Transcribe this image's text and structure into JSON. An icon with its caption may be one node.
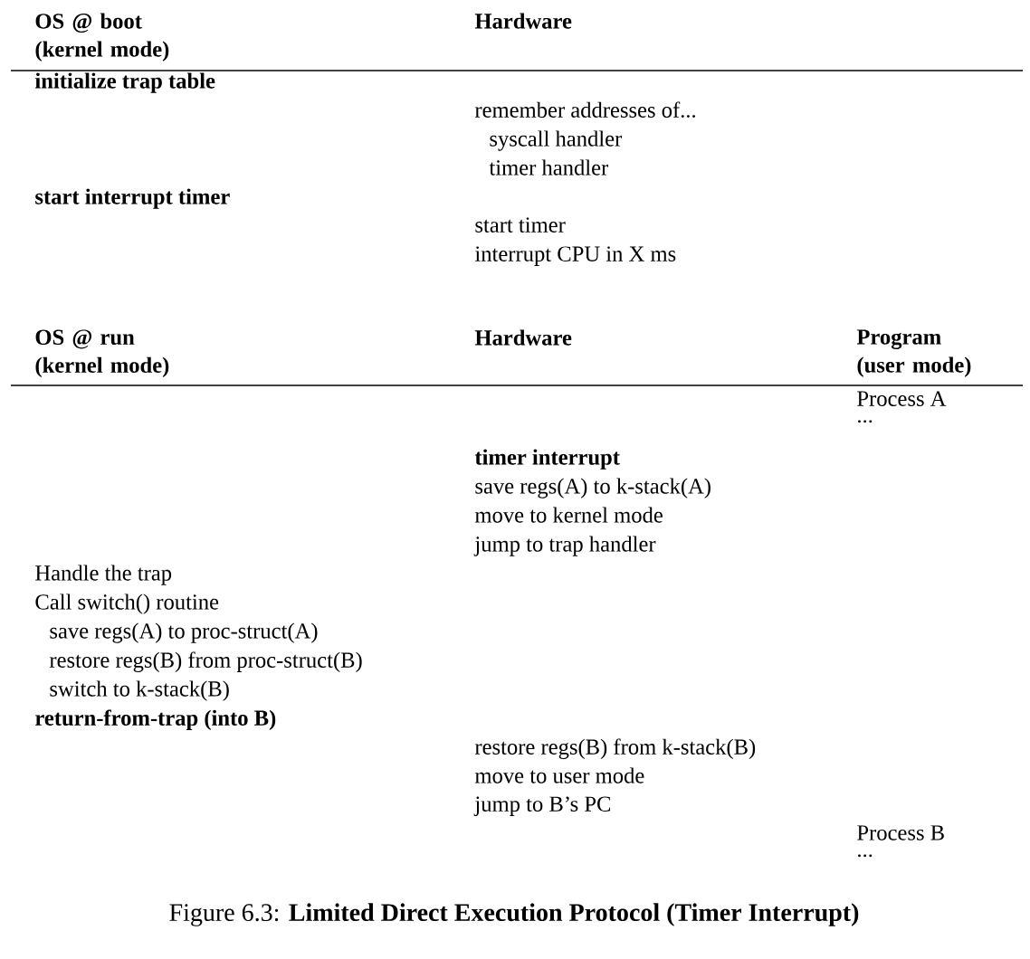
{
  "diagram": {
    "caption": "Figure 6.3: **Limited Direct Execution Protocol (Timer Interrupt)**",
    "labels": [
      "OS @ boot (kernel mode)",
      "Hardware",
      "initialize trap table",
      "remember addresses of...",
      "syscall handler",
      "timer handler",
      "start interrupt timer",
      "start timer",
      "interrupt CPU in X ms",
      "OS @ run (kernel mode)",
      "Hardware",
      "Program (user mode)",
      "Process A",
      "...",
      "timer interrupt",
      "save regs(A) to k-stack(A)",
      "move to kernel mode",
      "jump to trap handler",
      "Handle the trap",
      "Call switch() routine",
      "save regs(A) to proc-struct(A)",
      "restore regs(B) from proc-struct(B)",
      "switch to k-stack(B)",
      "return-from-trap (into B)",
      "restore regs(B) from k-stack(B)",
      "move to user mode",
      "jump to B’s PC",
      "Process B",
      "..."
    ]
  }
}
